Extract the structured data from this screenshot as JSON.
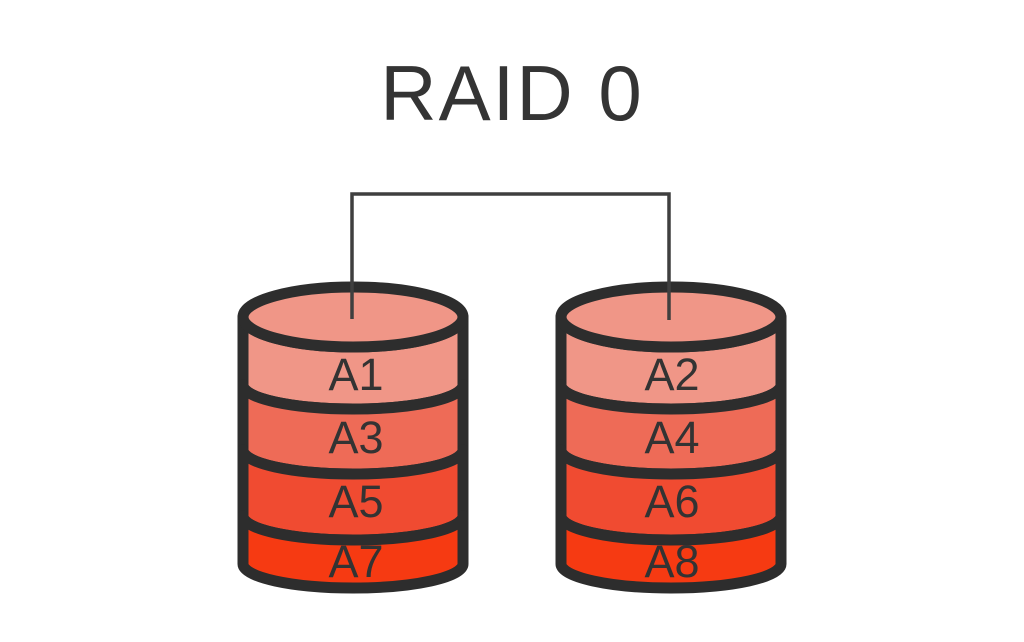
{
  "title": "RAID 0",
  "colors": {
    "background": "#ffffff",
    "outline": "#2d2d2d",
    "connector": "#3f3f3f",
    "label_text": "#333333",
    "title_text": "#343434"
  },
  "disks": [
    {
      "top_color": "#f09687",
      "bands": [
        {
          "label": "A1",
          "color": "#f09687"
        },
        {
          "label": "A3",
          "color": "#ee6b57"
        },
        {
          "label": "A5",
          "color": "#f04b31"
        },
        {
          "label": "A7",
          "color": "#f63a12"
        }
      ]
    },
    {
      "top_color": "#f09687",
      "bands": [
        {
          "label": "A2",
          "color": "#f09687"
        },
        {
          "label": "A4",
          "color": "#ee6b57"
        },
        {
          "label": "A6",
          "color": "#f04b31"
        },
        {
          "label": "A8",
          "color": "#f63a12"
        }
      ]
    }
  ]
}
